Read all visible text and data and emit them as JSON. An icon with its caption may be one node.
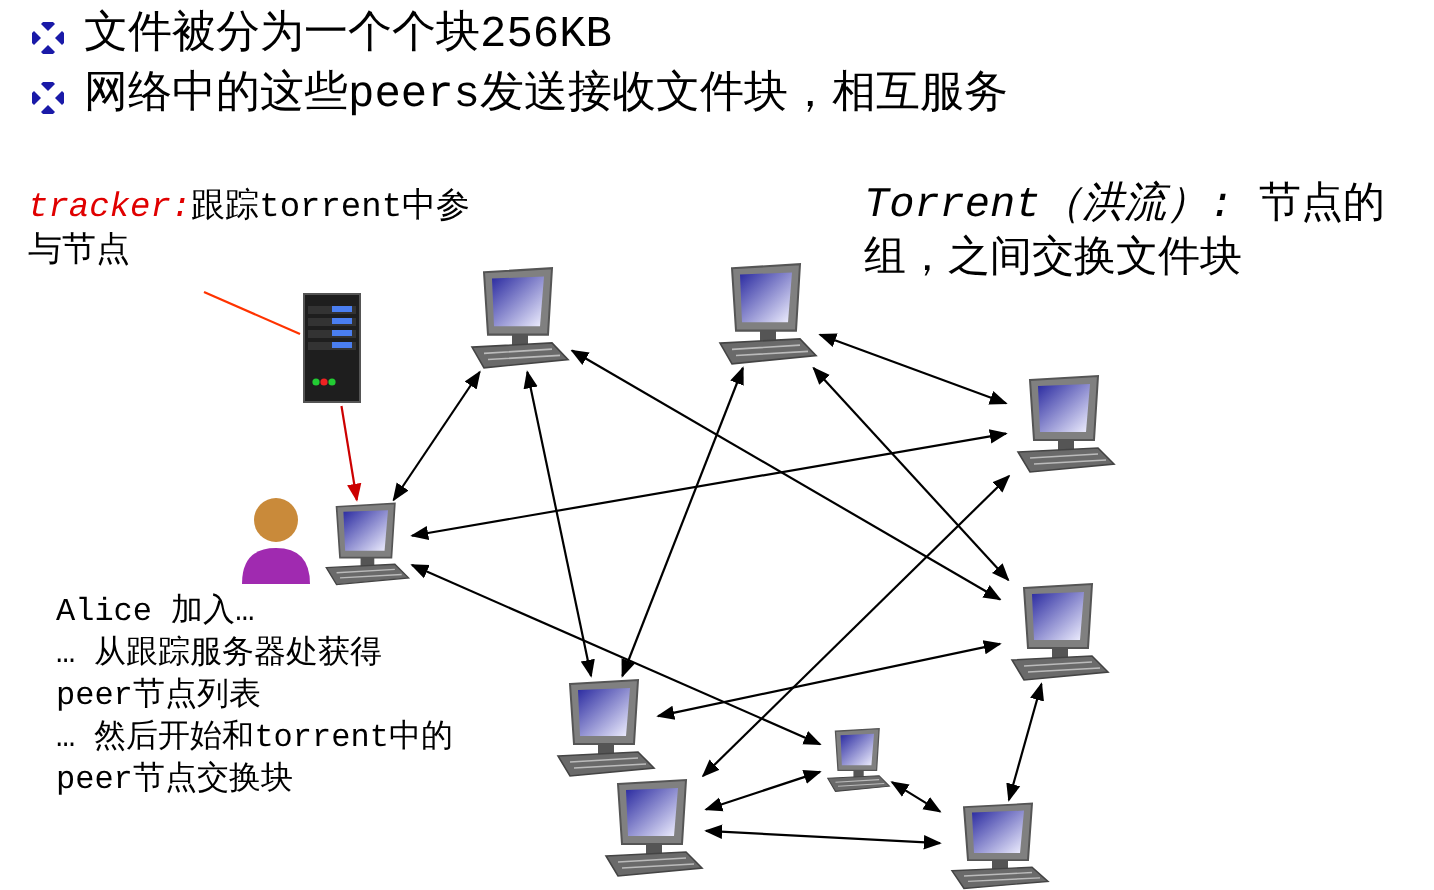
{
  "diagram": {
    "nodes": [
      {
        "text": [
          "tracker:",
          "跟踪torrent中参与节点"
        ]
      },
      {
        "text": [],
        "shape": "picture"
      },
      {
        "text": [],
        "shape": "picture",
        "beside": [
          "Alice 加入…",
          "… 从跟踪服务器处获得peer节点列表",
          "… 然后开始和torrent中的peer节点交换块"
        ]
      },
      {
        "text": [],
        "shape": "picture"
      },
      {
        "text": [],
        "shape": "picture"
      },
      {
        "text": [],
        "shape": "picture"
      },
      {
        "text": [],
        "shape": "picture"
      },
      {
        "text": [],
        "shape": "picture"
      },
      {
        "text": [],
        "shape": "picture"
      },
      {
        "text": [],
        "shape": "picture"
      },
      {
        "text": [],
        "shape": "picture"
      }
    ],
    "edges": [
      {
        "from": 0,
        "to": 1,
        "arrow": "none",
        "color": "#ff3300"
      },
      {
        "from": 1,
        "to": 2,
        "arrow": "to",
        "color": "#cc0000"
      },
      {
        "from": 3,
        "to": 2,
        "arrow": "both"
      },
      {
        "from": 3,
        "to": 7,
        "arrow": "both"
      },
      {
        "from": 4,
        "to": 7,
        "arrow": "both"
      },
      {
        "from": 3,
        "to": 6,
        "arrow": "both"
      },
      {
        "from": 4,
        "to": 5,
        "arrow": "both"
      },
      {
        "from": 4,
        "to": 6,
        "arrow": "both"
      },
      {
        "from": 2,
        "to": 5,
        "arrow": "both"
      },
      {
        "from": 2,
        "to": 8,
        "arrow": "both"
      },
      {
        "from": 9,
        "to": 5,
        "arrow": "both"
      },
      {
        "from": 7,
        "to": 6,
        "arrow": "both"
      },
      {
        "from": 6,
        "to": 10,
        "arrow": "both"
      },
      {
        "from": 9,
        "to": 8,
        "arrow": "both"
      },
      {
        "from": 8,
        "to": 10,
        "arrow": "both"
      },
      {
        "from": 9,
        "to": 10,
        "arrow": "both"
      }
    ],
    "labels": [
      "文件被分为一个个块256KB",
      "网络中的这些peers发送接收文件块，相互服务",
      "*Torrent（洪流）:* 节点的组，之间交换文件块"
    ]
  }
}
